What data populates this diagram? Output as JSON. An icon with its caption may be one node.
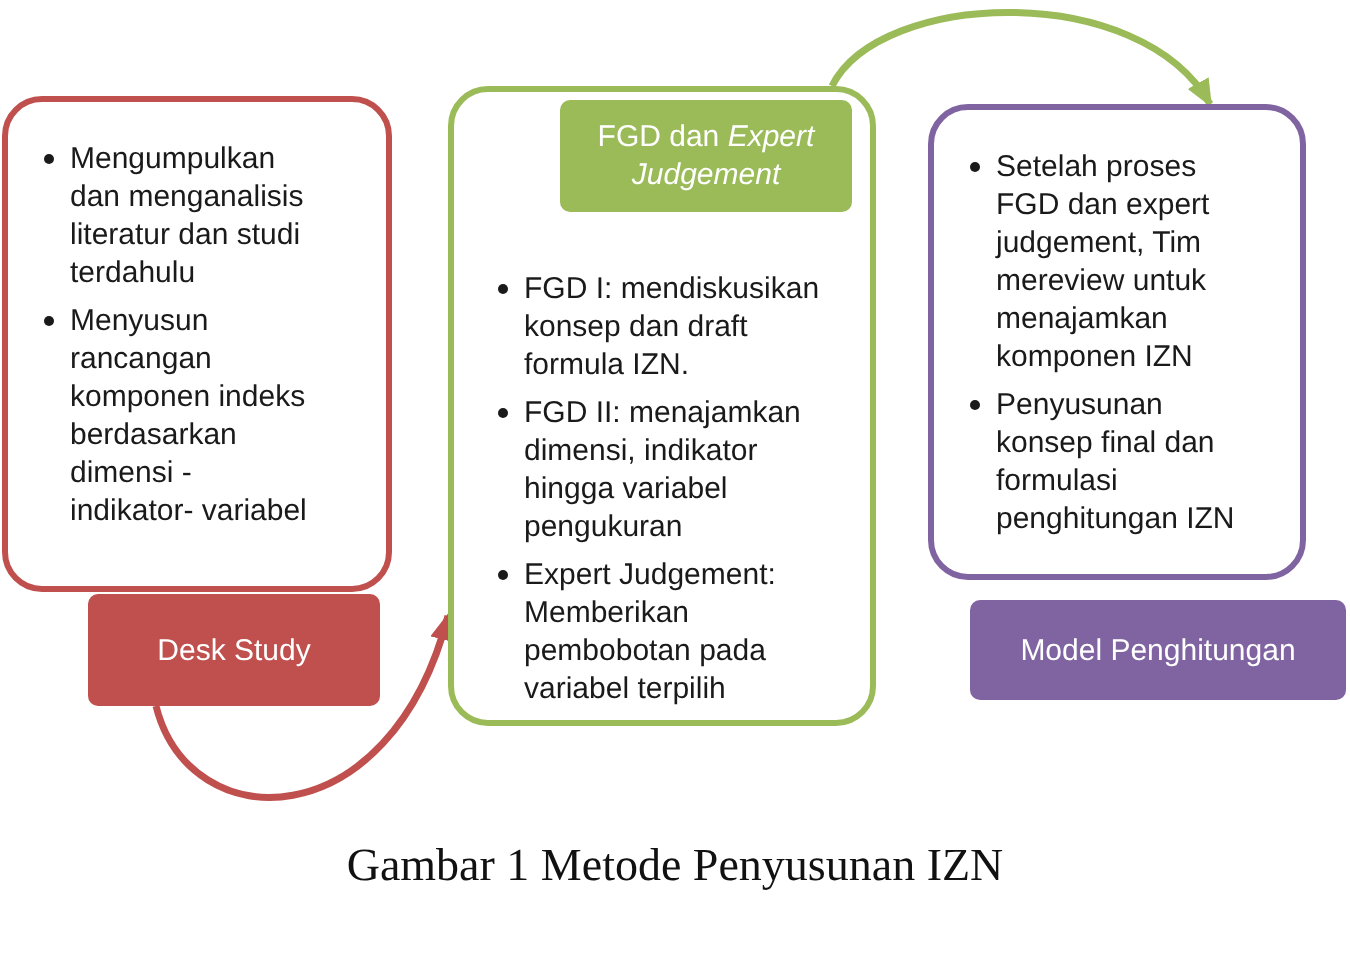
{
  "diagram": {
    "caption": "Gambar 1 Metode Penyusunan IZN",
    "nodes": [
      {
        "text": [
          "Mengumpulkan dan menganalisis literatur dan studi terdahulu",
          "Menyusun rancangan komponen indeks berdasarkan dimensi - indikator- variabel"
        ]
      },
      {
        "text": [
          "Desk Study"
        ]
      },
      {
        "text": [
          "FGD I: mendiskusikan konsep dan draft formula IZN.",
          "FGD II: menajamkan dimensi, indikator hingga variabel pengukuran",
          "Expert Judgement: Memberikan pembobotan pada variabel terpilih"
        ]
      },
      {
        "text": [
          "FGD dan *Expert Judgement*"
        ],
        "in": 2
      },
      {
        "text": [
          "Setelah proses FGD dan expert judgement, Tim mereview untuk menajamkan komponen IZN",
          "Penyusunan konsep final dan formulasi penghitungan IZN"
        ]
      },
      {
        "text": [
          "Model Penghitungan"
        ]
      }
    ],
    "edges": [
      {
        "from": 1,
        "to": 2,
        "arrow": "to",
        "color": "#c0504d"
      },
      {
        "from": 2,
        "to": 4,
        "arrow": "to",
        "color": "#9bbb59"
      }
    ]
  }
}
